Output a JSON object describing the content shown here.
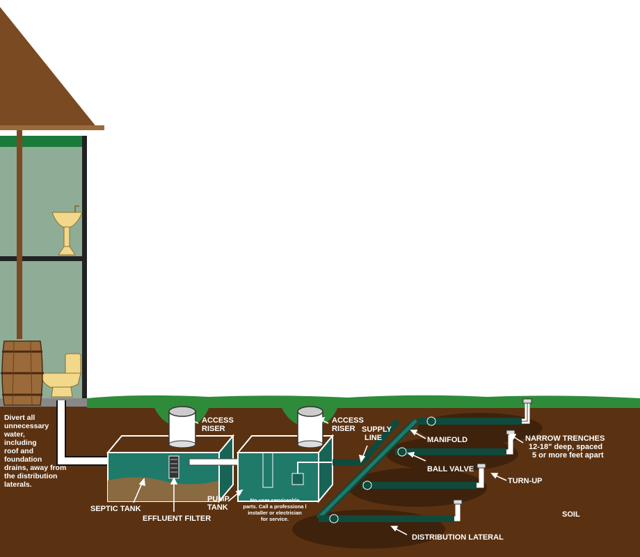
{
  "labels": {
    "access_riser_1": [
      "ACCESS",
      "RISER"
    ],
    "access_riser_2": [
      "ACCESS",
      "RISER"
    ],
    "supply_line": [
      "SUPPLY",
      "LINE"
    ],
    "manifold": "MANIFOLD",
    "narrow_trenches": [
      "NARROW TRENCHES",
      "12-18\" deep, spaced",
      "5 or more feet apart"
    ],
    "ball_valve": "BALL VALVE",
    "turn_up": "TURN-UP",
    "soil": "SOIL",
    "septic_tank": "SEPTIC TANK",
    "effluent_filter": "EFFLUENT FILTER",
    "pump_tank": [
      "PUMP",
      "TANK"
    ],
    "service_note": [
      "No user serviceable",
      "parts. Call a professiona  l",
      "installer or electrician",
      "for service."
    ],
    "distribution_lateral": "DISTRIBUTION LATERAL",
    "divert_note": [
      "Divert all",
      "unnecessary",
      "water,",
      "including",
      "roof and",
      "foundation",
      "drains, away from",
      "the distribution",
      "laterals."
    ]
  },
  "colors": {
    "soil": "#5a3212",
    "grass": "#2e8b3a",
    "pipe": "#0f4a3c",
    "water": "#1f7a6a",
    "roof": "#7a4a22",
    "wall": "#8fac97",
    "fixture": "#f2d88a"
  }
}
